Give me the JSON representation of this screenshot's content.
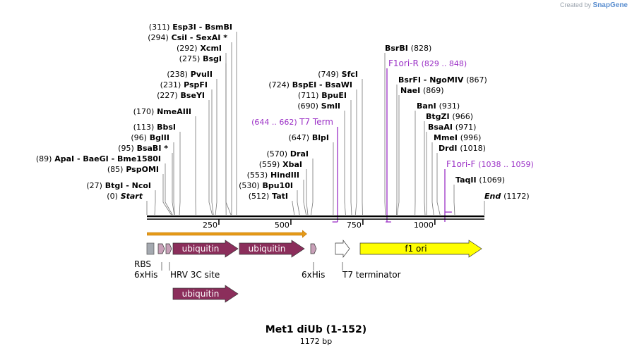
{
  "credit": {
    "created_by": "Created by",
    "brand": "SnapGene"
  },
  "title": "Met1 diUb (1-152)",
  "subtitle": "1172 bp",
  "colors": {
    "feature_label": "#9b30c6",
    "ubiquitin": "#8b2e5b",
    "f1ori": "#ffff00",
    "orf_arrow": "#e59a18"
  },
  "sequence_length": 1172,
  "ruler": {
    "ticks": [
      "250",
      "500",
      "750",
      "1000"
    ]
  },
  "sites": [
    {
      "id": "espI3-bsmbi",
      "pos": "(311)",
      "name": "Esp3I  - BsmBI",
      "bp": 311,
      "side": "left"
    },
    {
      "id": "csii-sexai",
      "pos": "(294)",
      "name": "CsiI  - SexAI *",
      "bp": 294,
      "side": "left"
    },
    {
      "id": "xcmi",
      "pos": "(292)",
      "name": "XcmI",
      "bp": 292,
      "side": "left"
    },
    {
      "id": "bsgi",
      "pos": "(275)",
      "name": "BsgI",
      "bp": 275,
      "side": "left"
    },
    {
      "id": "pvuii",
      "pos": "(238)",
      "name": "PvuII",
      "bp": 238,
      "side": "left"
    },
    {
      "id": "pspfi",
      "pos": "(231)",
      "name": "PspFI",
      "bp": 231,
      "side": "left"
    },
    {
      "id": "bseyi",
      "pos": "(227)",
      "name": "BseYI",
      "bp": 227,
      "side": "left"
    },
    {
      "id": "nmeaiii",
      "pos": "(170)",
      "name": "NmeAIII",
      "bp": 170,
      "side": "left"
    },
    {
      "id": "bbsi",
      "pos": "(113)",
      "name": "BbsI",
      "bp": 113,
      "side": "left"
    },
    {
      "id": "bglii",
      "pos": "(96)",
      "name": "BglII",
      "bp": 96,
      "side": "left"
    },
    {
      "id": "bsabi",
      "pos": "(95)",
      "name": "BsaBI *",
      "bp": 95,
      "side": "left"
    },
    {
      "id": "apai",
      "pos": "(89)",
      "name": "ApaI  - BaeGI  - Bme1580I",
      "bp": 89,
      "side": "left"
    },
    {
      "id": "pspomi",
      "pos": "(85)",
      "name": "PspOMI",
      "bp": 85,
      "side": "left"
    },
    {
      "id": "btgi-ncoi",
      "pos": "(27)",
      "name": "BtgI  - NcoI",
      "bp": 27,
      "side": "left"
    },
    {
      "id": "start",
      "pos": "(0)",
      "name": "Start",
      "bp": 0,
      "side": "left",
      "italic": true
    },
    {
      "id": "sfci",
      "pos": "(749)",
      "name": "SfcI",
      "bp": 749,
      "side": "left"
    },
    {
      "id": "bspei",
      "pos": "(724)",
      "name": "BspEI  - BsaWI",
      "bp": 724,
      "side": "left"
    },
    {
      "id": "bpuei",
      "pos": "(711)",
      "name": "BpuEI",
      "bp": 711,
      "side": "left"
    },
    {
      "id": "smli",
      "pos": "(690)",
      "name": "SmlI",
      "bp": 690,
      "side": "left"
    },
    {
      "id": "blpi",
      "pos": "(647)",
      "name": "BlpI",
      "bp": 647,
      "side": "left"
    },
    {
      "id": "drai",
      "pos": "(570)",
      "name": "DraI",
      "bp": 570,
      "side": "left"
    },
    {
      "id": "xbai",
      "pos": "(559)",
      "name": "XbaI",
      "bp": 559,
      "side": "left"
    },
    {
      "id": "hindiii",
      "pos": "(553)",
      "name": "HindIII",
      "bp": 553,
      "side": "left"
    },
    {
      "id": "bpu10i",
      "pos": "(530)",
      "name": "Bpu10I",
      "bp": 530,
      "side": "left"
    },
    {
      "id": "tati",
      "pos": "(512)",
      "name": "TatI",
      "bp": 512,
      "side": "left"
    },
    {
      "id": "bsrbi",
      "pos": "(828)",
      "name": "BsrBI",
      "bp": 828,
      "side": "right"
    },
    {
      "id": "bsrfi",
      "pos": "(867)",
      "name": "BsrFI  - NgoMIV",
      "bp": 867,
      "side": "right"
    },
    {
      "id": "naei",
      "pos": "(869)",
      "name": "NaeI",
      "bp": 869,
      "side": "right"
    },
    {
      "id": "bani",
      "pos": "(931)",
      "name": "BanI",
      "bp": 931,
      "side": "right"
    },
    {
      "id": "btgzi",
      "pos": "(966)",
      "name": "BtgZI",
      "bp": 966,
      "side": "right"
    },
    {
      "id": "bsaai",
      "pos": "(971)",
      "name": "BsaAI",
      "bp": 971,
      "side": "right"
    },
    {
      "id": "mmei",
      "pos": "(996)",
      "name": "MmeI",
      "bp": 996,
      "side": "right"
    },
    {
      "id": "drdi",
      "pos": "(1018)",
      "name": "DrdI",
      "bp": 1018,
      "side": "right"
    },
    {
      "id": "taqii",
      "pos": "(1069)",
      "name": "TaqII",
      "bp": 1069,
      "side": "right"
    },
    {
      "id": "end",
      "pos": "(1172)",
      "name": "End",
      "bp": 1172,
      "side": "right",
      "italic": true
    }
  ],
  "primers": [
    {
      "id": "t7-term",
      "name": "T7 Term",
      "range": "(644 .. 662)",
      "start": 644,
      "end": 662,
      "dir": "rev",
      "side": "left"
    },
    {
      "id": "f1ori-r",
      "name": "F1ori-R",
      "range": "(829 .. 848)",
      "start": 829,
      "end": 848,
      "dir": "rev",
      "side": "right"
    },
    {
      "id": "f1ori-f",
      "name": "F1ori-F",
      "range": "(1038 .. 1059)",
      "start": 1038,
      "end": 1059,
      "dir": "fwd",
      "side": "right"
    }
  ],
  "orf": {
    "start": 1,
    "end": 555
  },
  "features": [
    {
      "id": "rbs",
      "label": "RBS",
      "type": "box",
      "start": 0,
      "end": 24,
      "row": 0,
      "color": "#a4a9b0"
    },
    {
      "id": "6xhis-1",
      "label": "6xHis",
      "type": "tag",
      "start": 42,
      "end": 60,
      "row": 0,
      "color": "#c8a0b8"
    },
    {
      "id": "hrv-3c",
      "label": "HRV 3C site",
      "type": "tag",
      "start": 66,
      "end": 90,
      "row": 0,
      "color": "#c8a0b8"
    },
    {
      "id": "ubiquitin-1",
      "label": "ubiquitin",
      "type": "arrow",
      "start": 92,
      "end": 320,
      "row": 0,
      "color": "#8b2e5b"
    },
    {
      "id": "ubiquitin-2",
      "label": "ubiquitin",
      "type": "arrow",
      "start": 322,
      "end": 552,
      "row": 0,
      "color": "#8b2e5b"
    },
    {
      "id": "6xhis-2",
      "label": "6xHis",
      "type": "tag",
      "start": 570,
      "end": 590,
      "row": 0,
      "color": "#c8a0b8"
    },
    {
      "id": "t7-terminator",
      "label": "T7 terminator",
      "type": "arrow",
      "start": 660,
      "end": 708,
      "row": 0,
      "color": "#ffffff"
    },
    {
      "id": "f1-ori",
      "label": "f1 ori",
      "type": "arrow",
      "start": 746,
      "end": 1172,
      "row": 0,
      "color": "#ffff00"
    },
    {
      "id": "ubiquitin-3",
      "label": "ubiquitin",
      "type": "arrow",
      "start": 92,
      "end": 320,
      "row": 1,
      "color": "#8b2e5b"
    }
  ],
  "feature_labels": [
    {
      "text": "RBS",
      "bp": 0,
      "row": 0
    },
    {
      "text": "6xHis",
      "bp": 48,
      "row": 1
    },
    {
      "text": "HRV 3C site",
      "bp": 81,
      "row": 1
    },
    {
      "text": "6xHis",
      "bp": 582,
      "row": 1
    },
    {
      "text": "T7 terminator",
      "bp": 680,
      "row": 1
    }
  ]
}
